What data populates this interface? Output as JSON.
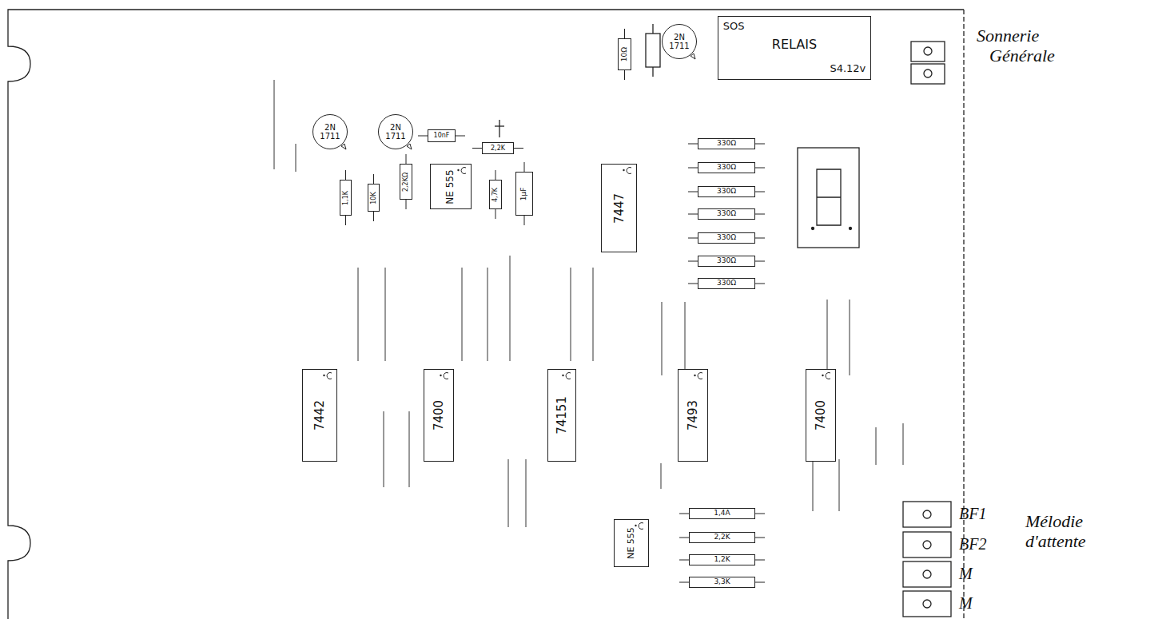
{
  "diagram": {
    "nodes": [
      {
        "text": [
          "10Ω"
        ]
      },
      {
        "text": [
          "2N 1711"
        ]
      },
      {
        "text": [
          "SOS",
          "RELAIS",
          "S4.12v"
        ]
      },
      {
        "text": [
          "2N 1711"
        ]
      },
      {
        "text": [
          "2N 1711"
        ]
      },
      {
        "text": [
          "10nF"
        ]
      },
      {
        "text": [
          "2,2K"
        ]
      },
      {
        "text": [
          "1,1K"
        ]
      },
      {
        "text": [
          "10K"
        ]
      },
      {
        "text": [
          "2,2KΩ"
        ]
      },
      {
        "text": [
          "NE 555"
        ]
      },
      {
        "text": [
          "4,7K"
        ]
      },
      {
        "text": [
          "1µF"
        ]
      },
      {
        "text": [
          "7447"
        ]
      },
      {
        "text": [
          "330Ω"
        ]
      },
      {
        "text": [
          "330Ω"
        ]
      },
      {
        "text": [
          "330Ω"
        ]
      },
      {
        "text": [
          "330Ω"
        ]
      },
      {
        "text": [
          "330Ω"
        ]
      },
      {
        "text": [
          "330Ω"
        ]
      },
      {
        "text": [
          "330Ω"
        ]
      },
      {
        "text": [
          "7442"
        ]
      },
      {
        "text": [
          "7400"
        ]
      },
      {
        "text": [
          "74151"
        ]
      },
      {
        "text": [
          "7493"
        ]
      },
      {
        "text": [
          "7400"
        ]
      },
      {
        "text": [
          "NE 555"
        ]
      },
      {
        "text": [
          "1,4A"
        ]
      },
      {
        "text": [
          "2,2K"
        ]
      },
      {
        "text": [
          "1,2K"
        ]
      },
      {
        "text": [
          "3,3K"
        ]
      }
    ],
    "labels": [
      "Sonnerie Générale",
      "BF1",
      "BF2",
      "M",
      "M",
      "Mélodie d'attente"
    ]
  }
}
